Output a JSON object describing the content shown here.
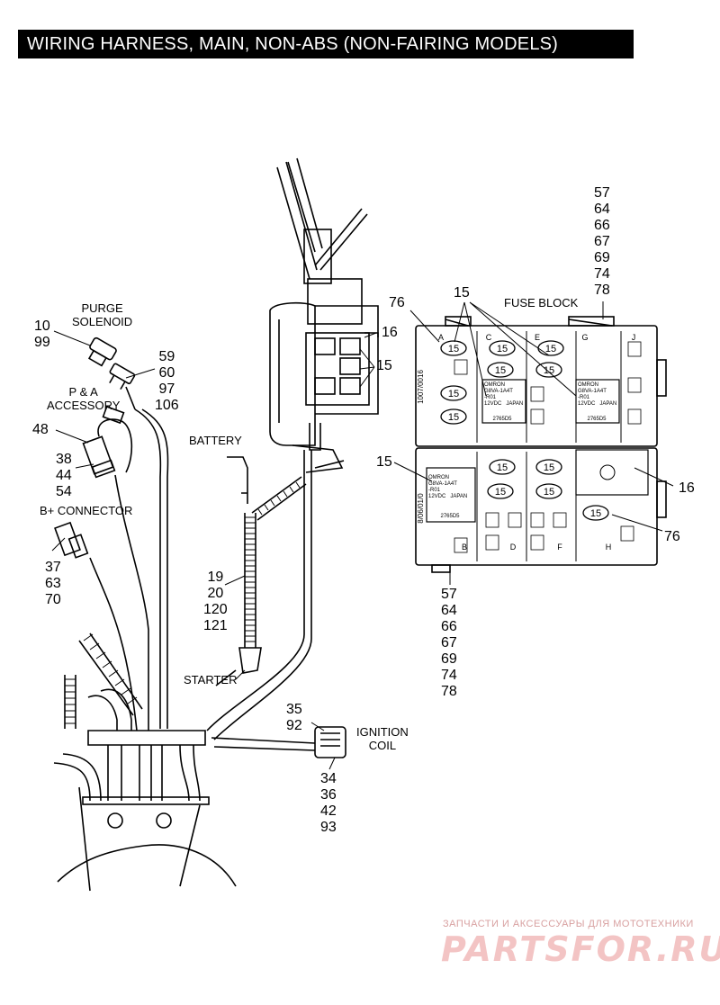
{
  "title": "WIRING HARNESS, MAIN, NON-ABS (NON-FAIRING MODELS)",
  "labels": {
    "purge_solenoid": "PURGE\nSOLENOID",
    "purge_refs": "10\n99",
    "fitting_refs": "59\n60\n97\n106",
    "pa_accessory": "P & A\nACCESSORY",
    "pa_ref": "48",
    "pa_refs2": "38\n44\n54",
    "b_plus_connector": "B+ CONNECTOR",
    "b_plus_refs": "37\n63\n70",
    "battery": "BATTERY",
    "cable_refs": "19\n20\n120\n121",
    "starter": "STARTER",
    "ignition_coil": "IGNITION\nCOIL",
    "ignition_refs_top": "35\n92",
    "ignition_refs_bottom": "34\n36\n42\n93",
    "fuse_block": "FUSE BLOCK",
    "fuse_block_refs_top": "57\n64\n66\n67\n69\n74\n78",
    "fuse_block_refs_bottom": "57\n64\n66\n67\n69\n74\n78",
    "ref_76_top": "76",
    "ref_15_top": "15",
    "ref_16_bracket": "16",
    "ref_15_bracket": "15",
    "ref_15_lower_left": "15",
    "ref_16_lower_right": "16",
    "ref_76_lower_right": "76"
  },
  "fuse_labels": {
    "top_row_fuses": [
      "15",
      "15",
      "15",
      "15",
      "15",
      "15",
      "15"
    ],
    "bottom_row_fuses": [
      "15",
      "15",
      "15",
      "15",
      "15"
    ],
    "top_columns": [
      "A",
      "C",
      "E",
      "G",
      "J"
    ],
    "bottom_columns": [
      "B",
      "D",
      "F",
      "H"
    ],
    "relay_text_top_left": "OMRON\nG8VA-1A4T\n-R01\n12VDC   JAPAN",
    "relay_text_top_right": "OMRON\nG8VA-1A4T\n-R01\n12VDC   JAPAN",
    "relay_text_bottom_left": "OMRON\nG8VA-1A4T\n-R01\n12VDC   JAPAN",
    "relay_code": "2765D5",
    "side_code_top": "1007/0016",
    "side_code_bottom": "8/06/01/0"
  },
  "watermark": {
    "small": "ЗАПЧАСТИ И АКСЕССУАРЫ ДЛЯ МОТОТЕХНИКИ",
    "big": "PARTSFOR.RU"
  }
}
